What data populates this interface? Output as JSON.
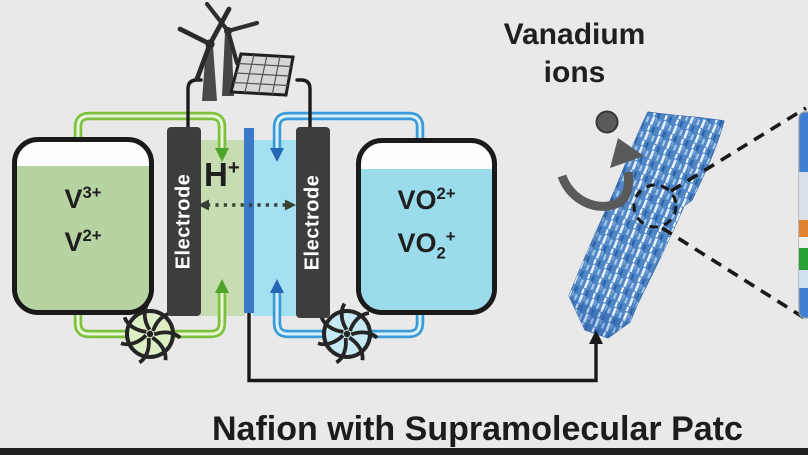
{
  "figure": {
    "caption": "Nafion with Supramolecular Patc",
    "vanadium_ions_label": {
      "line1": "Vanadium",
      "line2": "ions"
    },
    "proton_label": {
      "base": "H",
      "sup": "+"
    },
    "left_tank": {
      "ions": [
        {
          "base": "V",
          "sup": "3+"
        },
        {
          "base": "V",
          "sup": "2+"
        }
      ],
      "liquid_color": "#b7d3a2"
    },
    "right_tank": {
      "ions": [
        {
          "base": "VO",
          "sup": "2+"
        },
        {
          "base": "VO",
          "sub": "2",
          "sup": "+"
        }
      ],
      "liquid_color": "#9adcec"
    },
    "electrodes": {
      "label": "Electrode",
      "color": "#3d3d3d"
    },
    "membrane": {
      "color": "#3a78c8"
    },
    "colors": {
      "background": "#e9e9e9",
      "tube_green": "#7cc23d",
      "tube_blue": "#3b9bd9",
      "ribbon_blue": "#4f86c6",
      "inset_orange": "#e08230",
      "inset_green": "#27a035"
    },
    "icons": {
      "wind_turbine": "wind-turbine-icon",
      "solar_panel": "solar-panel-icon",
      "pumps": "pump-icon",
      "vanadium_ion": "ion-particle-icon",
      "bounce_arrow": "bounce-arrow-icon",
      "proton_arrow": "double-headed-dotted-arrow-icon",
      "zoom_region": "dashed-circle-icon"
    }
  }
}
